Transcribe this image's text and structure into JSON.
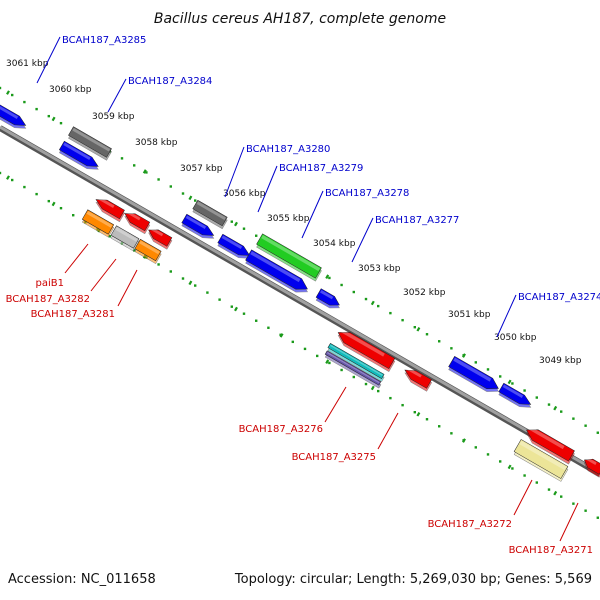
{
  "title": "Bacillus cereus AH187, complete genome",
  "footer": {
    "accession": "Accession: NC_011658",
    "summary": "Topology: circular; Length: 5,269,030 bp; Genes: 5,569"
  },
  "colors": {
    "backbone": "#808080",
    "tick": "#1a9a1a",
    "forward_label": "#0000cc",
    "reverse_label": "#cc0000",
    "blue": "#0000ee",
    "gray": "#666666",
    "green": "#22cc22",
    "red": "#ee0000",
    "orange": "#ff8800",
    "yellow": "#ece598",
    "cyan": "#11bbbb",
    "purple": "#6655aa",
    "silver": "#bbbbbb"
  },
  "scale_labels": [
    "3061 kbp",
    "3060 kbp",
    "3059 kbp",
    "3058 kbp",
    "3057 kbp",
    "3056 kbp",
    "3055 kbp",
    "3054 kbp",
    "3053 kbp",
    "3052 kbp",
    "3051 kbp",
    "3050 kbp",
    "3049 kbp"
  ],
  "forward_genes": [
    {
      "label": "BCAH187_A3285"
    },
    {
      "label": "BCAH187_A3284"
    },
    {
      "label": "BCAH187_A3280"
    },
    {
      "label": "BCAH187_A3279"
    },
    {
      "label": "BCAH187_A3278"
    },
    {
      "label": "BCAH187_A3277"
    },
    {
      "label": "BCAH187_A3274"
    }
  ],
  "reverse_genes": [
    {
      "label": "paiB1"
    },
    {
      "label": "BCAH187_A3282"
    },
    {
      "label": "BCAH187_A3281"
    },
    {
      "label": "BCAH187_A3276"
    },
    {
      "label": "BCAH187_A3275"
    },
    {
      "label": "BCAH187_A3272"
    },
    {
      "label": "BCAH187_A3271"
    }
  ]
}
